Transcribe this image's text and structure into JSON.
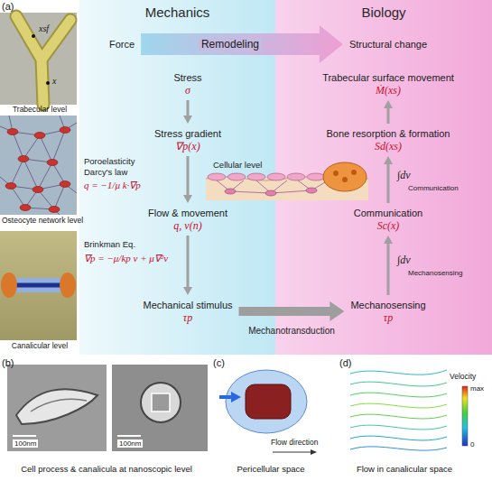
{
  "diagram": {
    "nodes": [
      {
        "text": [
          "Mechanics"
        ]
      },
      {
        "text": [
          "Force"
        ],
        "in": 0
      },
      {
        "text": [
          "Stress",
          "σ"
        ],
        "in": 0
      },
      {
        "text": [
          "Stress gradient",
          "∇p(x)"
        ],
        "in": 0
      },
      {
        "text": [
          "Flow & movement",
          "q, v(n)"
        ],
        "in": 0
      },
      {
        "text": [
          "Mechanical stimulus",
          "τp"
        ],
        "in": 0
      },
      {
        "text": [
          "Biology"
        ]
      },
      {
        "text": [
          "Structural change"
        ],
        "in": 6
      },
      {
        "text": [
          "Trabecular surface movement",
          "Ṁ(xs)"
        ],
        "in": 6
      },
      {
        "text": [
          "Bone resorption & formation",
          "Sd(xs)"
        ],
        "in": 6
      },
      {
        "text": [
          "Communication",
          "Sc(x)"
        ],
        "in": 6
      },
      {
        "text": [
          "Mechanosensing",
          "τp"
        ],
        "in": 6
      }
    ],
    "edges": [
      {
        "from": 1,
        "to": 7,
        "arrow": "to",
        "label": "Remodeling"
      },
      {
        "from": 2,
        "to": 3,
        "arrow": "to"
      },
      {
        "from": 3,
        "to": 4,
        "arrow": "to"
      },
      {
        "from": 4,
        "to": 5,
        "arrow": "to"
      },
      {
        "from": 5,
        "to": 11,
        "arrow": "to",
        "label": "Mechanotransduction"
      },
      {
        "from": 11,
        "to": 10,
        "arrow": "to"
      },
      {
        "from": 10,
        "to": 9,
        "arrow": "to"
      },
      {
        "from": 9,
        "to": 8,
        "arrow": "to"
      }
    ],
    "labels": [
      "(a)",
      "xsf",
      "x",
      "Trabecular level",
      "Osteocyte network level",
      "Canalicular level",
      "Poroelasticity",
      "Darcy's law",
      "q = −1/μ k·∇p",
      "Brinkman Eq.",
      "∇p = −μ/kp v + μ∇²v",
      "Cellular level",
      "∫dv",
      "Communication",
      "∫dv",
      "Mechanosensing",
      "(b)",
      "100nm",
      "100nm",
      "Cell process & canalicula at nanoscopic level",
      "(c)",
      "Flow direction",
      "Pericellular space",
      "(d)",
      "Velocity",
      "max",
      "0",
      "Flow in canalicular space"
    ]
  }
}
